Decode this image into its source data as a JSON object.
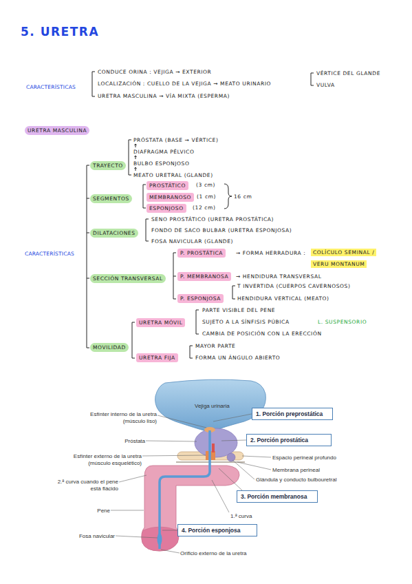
{
  "diagram": {
    "title": "5. URETRA",
    "nodes": [
      {
        "text": [
          "URETRA MASCULINA"
        ]
      },
      {
        "text": [
          "TRAYECTO"
        ]
      },
      {
        "text": [
          "SEGMENTOS"
        ]
      },
      {
        "text": [
          "PROSTÁTICO"
        ]
      },
      {
        "text": [
          "MEMBRANOSO"
        ]
      },
      {
        "text": [
          "ESPONJOSO"
        ]
      },
      {
        "text": [
          "DILATACIONES"
        ]
      },
      {
        "text": [
          "SECCIÓN TRANSVERSAL"
        ]
      },
      {
        "text": [
          "P. PROSTÁTICA"
        ]
      },
      {
        "text": [
          "COLÍCULO SEMINAL / VERU MONTANUM"
        ]
      },
      {
        "text": [
          "P. MEMBRANOSA"
        ]
      },
      {
        "text": [
          "P. ESPONJOSA"
        ]
      },
      {
        "text": [
          "MOVILIDAD"
        ]
      },
      {
        "text": [
          "URETRA MÓVIL"
        ]
      },
      {
        "text": [
          "URETRA FIJA"
        ]
      },
      {
        "text": [
          "1. Porción preprostática"
        ]
      },
      {
        "text": [
          "2. Porción prostática"
        ]
      },
      {
        "text": [
          "3. Porción membranosa"
        ]
      },
      {
        "text": [
          "4. Porción esponjosa"
        ]
      }
    ],
    "labels": [
      "CARACTERÍSTICAS",
      "CONDUCE ORINA : VEJIGA → EXTERIOR",
      "LOCALIZACIÓN : CUELLO DE LA VEJIGA → MEATO URINARIO",
      "VÉRTICE DEL GLANDE",
      "VULVA",
      "URETRA MASCULINA → VÍA MIXTA (ESPERMA)",
      "CARACTERÍSTICAS",
      "PRÓSTATA (BASE → VÉRTICE)",
      "DIAFRAGMA PÉLVICO",
      "BULBO ESPONJOSO",
      "MEATO URETRAL (GLANDE)",
      "(3 cm)",
      "(1 cm)",
      "(12 cm)",
      "16 cm",
      "SENO PROSTÁTICO (URETRA PROSTÁTICA)",
      "FONDO DE SACO BULBAR (URETRA ESPONJOSA)",
      "FOSA NAVICULAR (GLANDE)",
      "→ FORMA HERRADURA :",
      "→ HENDIDURA TRANSVERSAL",
      "T INVERTIDA (CUERPOS CAVERNOSOS)",
      "HENDIDURA VERTICAL (MEATO)",
      "PARTE VISIBLE DEL PENE",
      "SUJETO A LA SÍNFISIS PÚBICA",
      "L. SUSPENSORIO",
      "CAMBIA DE POSICIÓN CON LA ERECCIÓN",
      "MAYOR PARTE",
      "FORMA UN ÁNGULO ABIERTO",
      "Vejiga urinaria",
      "Esfínter interno de la uretra (músculo liso)",
      "Próstata",
      "Esfínter externo de la uretra (músculo esquelético)",
      "Espacio perineal profundo",
      "Membrana perineal",
      "Glándula y conducto bulbouretral",
      "2.ª curva cuando el pene está flácido",
      "Pene",
      "1.ª curva",
      "Fosa navicular",
      "Orificio externo de la uretra"
    ]
  }
}
